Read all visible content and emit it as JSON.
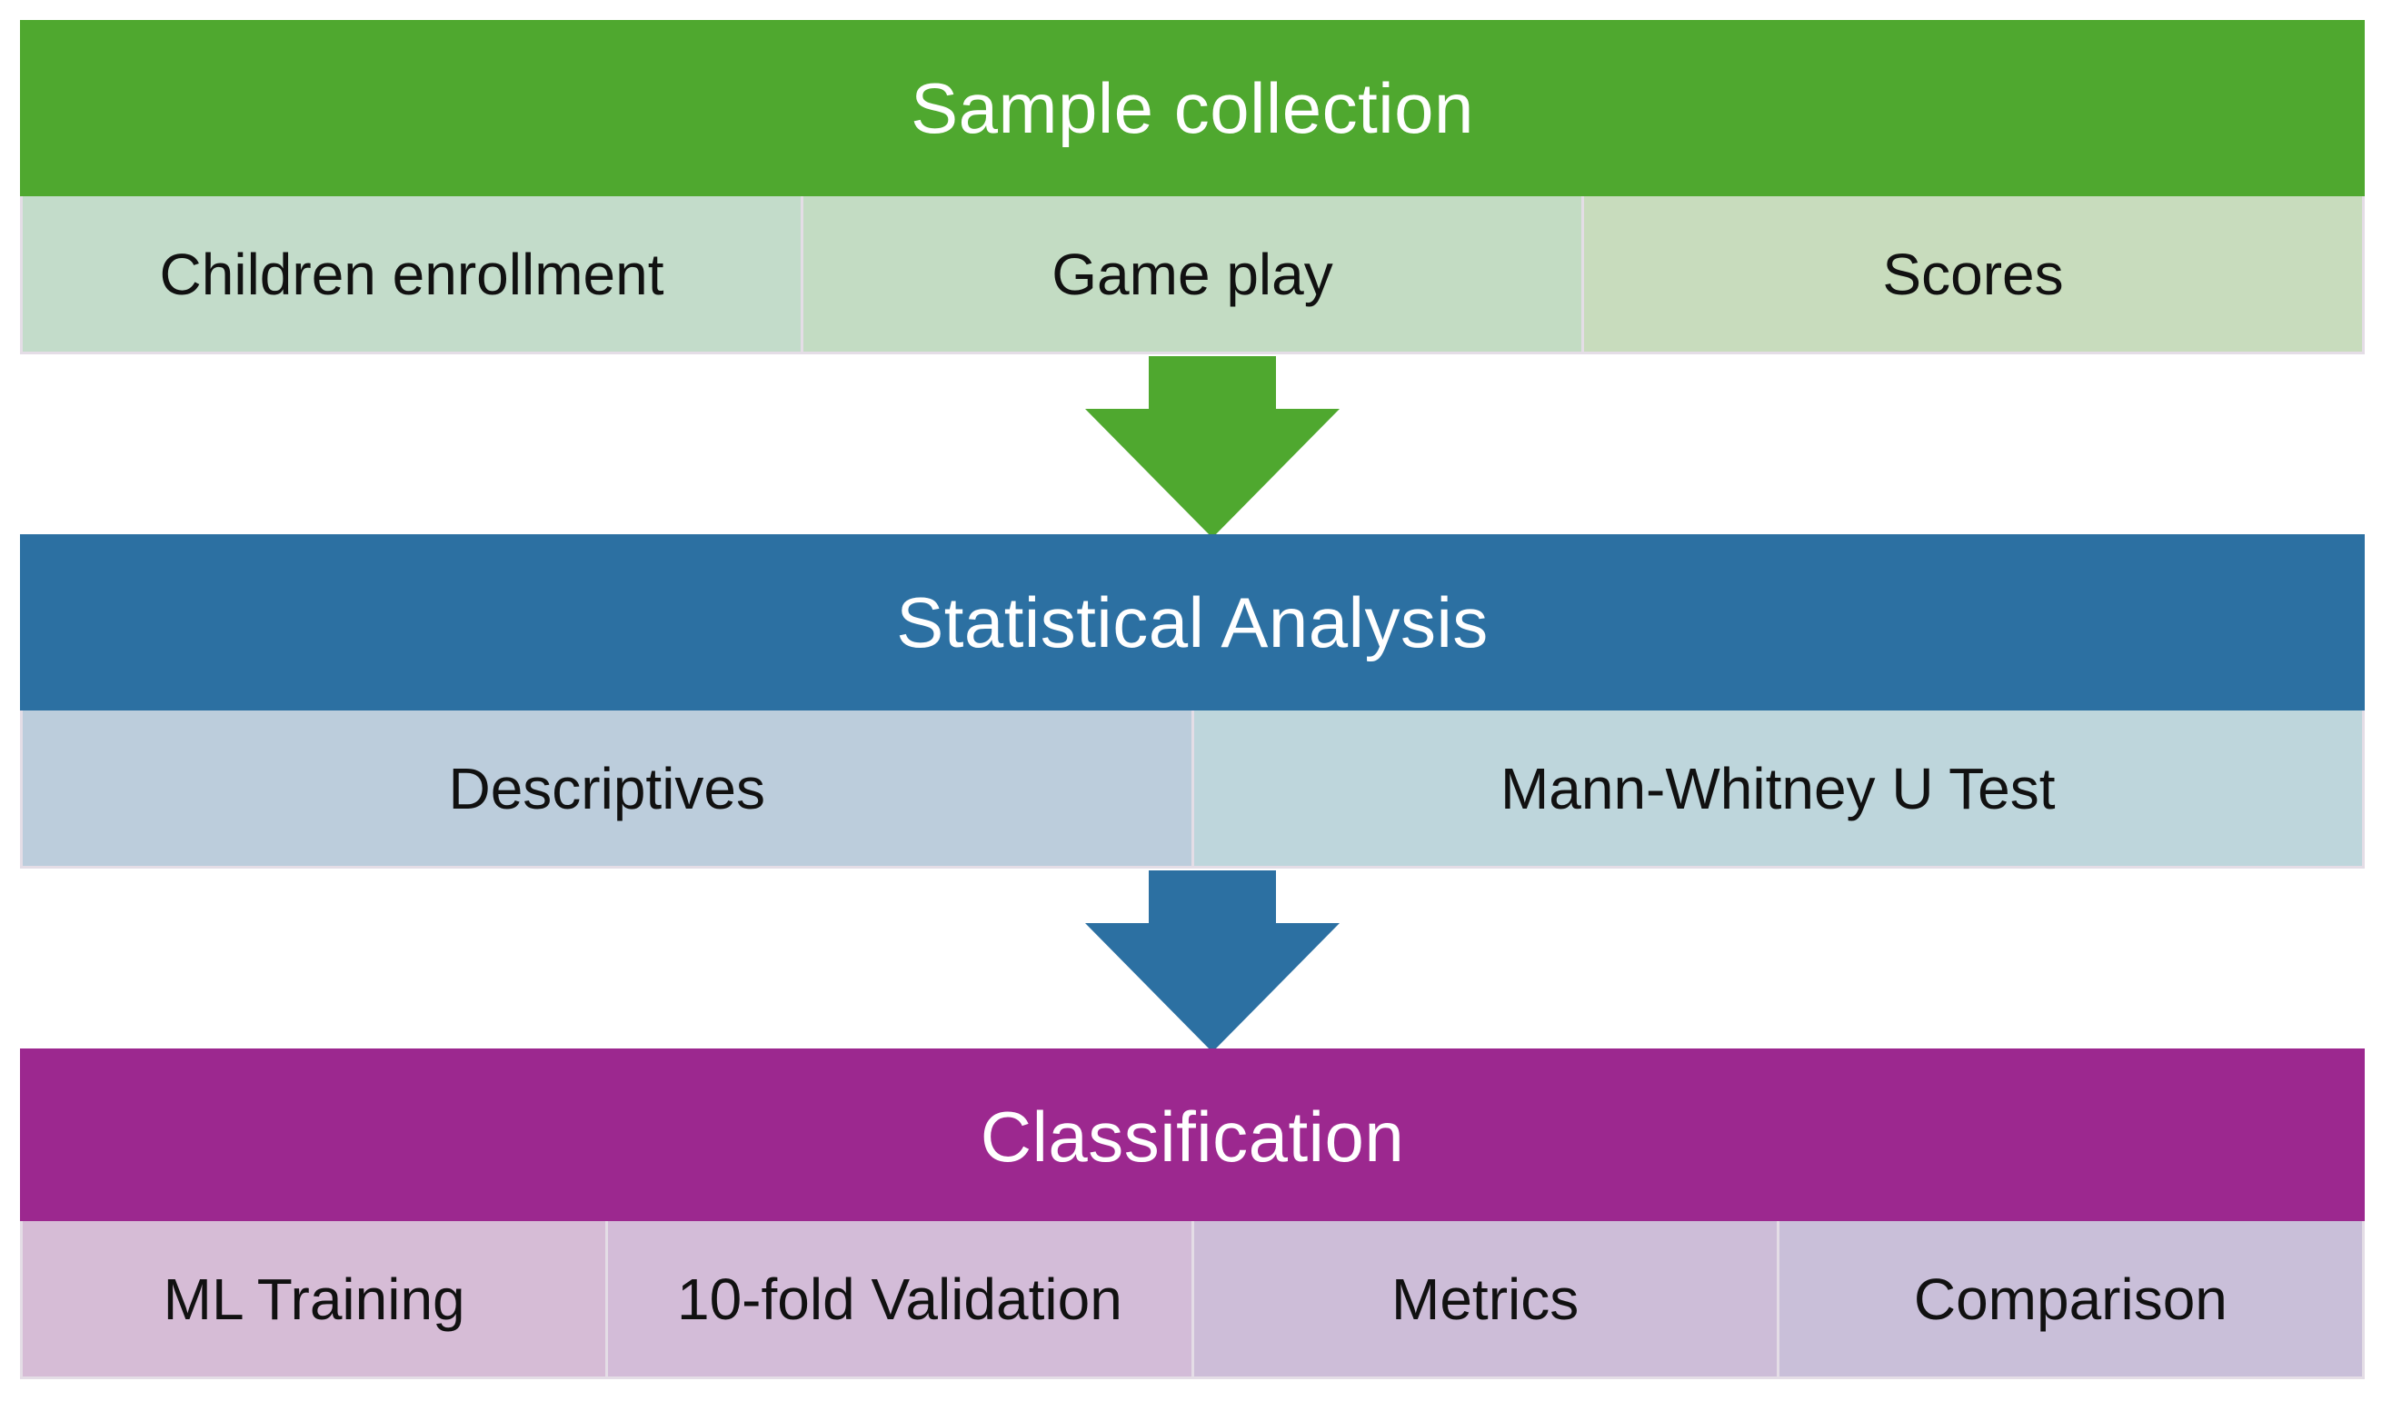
{
  "stages": [
    {
      "title": "Sample collection",
      "color": "#4fa82f",
      "items": [
        "Children enrollment",
        "Game play",
        "Scores"
      ]
    },
    {
      "title": "Statistical Analysis",
      "color": "#2c70a2",
      "items": [
        "Descriptives",
        "Mann-Whitney U Test"
      ]
    },
    {
      "title": "Classification",
      "color": "#9c288f",
      "items": [
        "ML Training",
        "10-fold Validation",
        "Metrics",
        "Comparison"
      ]
    }
  ],
  "arrows": [
    {
      "icon": "down-arrow-icon",
      "color": "#4fa82f"
    },
    {
      "icon": "down-arrow-icon",
      "color": "#2c70a2"
    }
  ]
}
